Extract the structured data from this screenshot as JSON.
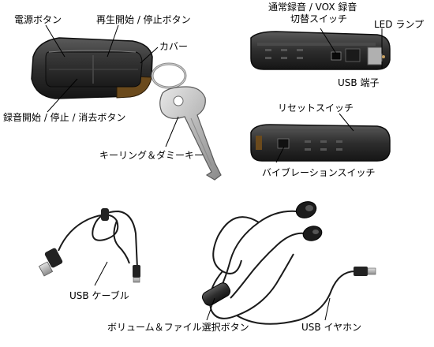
{
  "labels": {
    "power_button": "電源ボタン",
    "play_stop_button": "再生開始 / 停止ボタン",
    "cover": "カバー",
    "record_stop_delete_button": "録音開始 / 停止 / 消去ボタン",
    "keyring_dummy_key": "キーリング＆ダミーキー",
    "mode_switch_line1": "通常録音 / VOX 録音",
    "mode_switch_line2": "切替スイッチ",
    "led_lamp": "LED ランプ",
    "usb_port": "USB 端子",
    "reset_switch": "リセットスイッチ",
    "vibration_switch": "バイブレーションスイッチ",
    "usb_cable": "USB ケーブル",
    "volume_file_select_button": "ボリューム＆ファイル選択ボタン",
    "usb_earphone": "USB イヤホン"
  }
}
